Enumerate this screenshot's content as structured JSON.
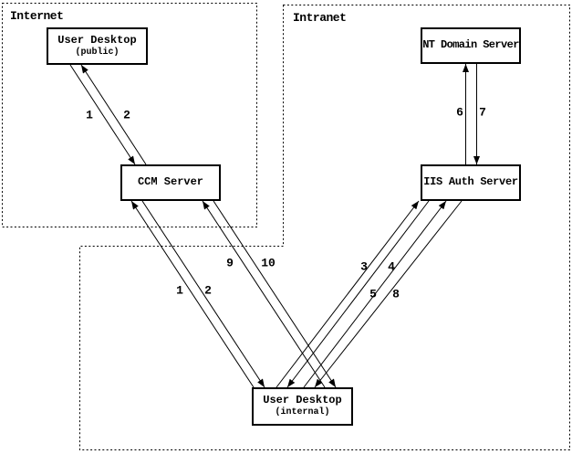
{
  "diagram": {
    "regions": [
      {
        "label": "Internet"
      },
      {
        "label": "Intranet"
      }
    ],
    "nodes": [
      {
        "title": "User Desktop",
        "subtitle": "(public)",
        "region": "Internet"
      },
      {
        "title": "CCM Server",
        "region": "Internet"
      },
      {
        "title": "NT Domain Server",
        "region": "Intranet"
      },
      {
        "title": "IIS Auth Server",
        "region": "Intranet"
      },
      {
        "title": "User Desktop",
        "subtitle": "(internal)",
        "region": "Intranet"
      }
    ],
    "edges": [
      {
        "label": "1",
        "from": "User Desktop (public)",
        "to": "CCM Server"
      },
      {
        "label": "2",
        "from": "CCM Server",
        "to": "User Desktop (public)"
      },
      {
        "label": "1",
        "from": "User Desktop (internal)",
        "to": "CCM Server"
      },
      {
        "label": "2",
        "from": "CCM Server",
        "to": "User Desktop (internal)"
      },
      {
        "label": "9",
        "from": "User Desktop (internal)",
        "to": "CCM Server"
      },
      {
        "label": "10",
        "from": "CCM Server",
        "to": "User Desktop (internal)"
      },
      {
        "label": "3",
        "from": "User Desktop (internal)",
        "to": "IIS Auth Server"
      },
      {
        "label": "4",
        "from": "IIS Auth Server",
        "to": "User Desktop (internal)"
      },
      {
        "label": "5",
        "from": "User Desktop (internal)",
        "to": "IIS Auth Server"
      },
      {
        "label": "8",
        "from": "IIS Auth Server",
        "to": "User Desktop (internal)"
      },
      {
        "label": "6",
        "from": "IIS Auth Server",
        "to": "NT Domain Server"
      },
      {
        "label": "7",
        "from": "NT Domain Server",
        "to": "IIS Auth Server"
      }
    ],
    "colors": {
      "line": "#000000",
      "background": "#ffffff"
    }
  }
}
